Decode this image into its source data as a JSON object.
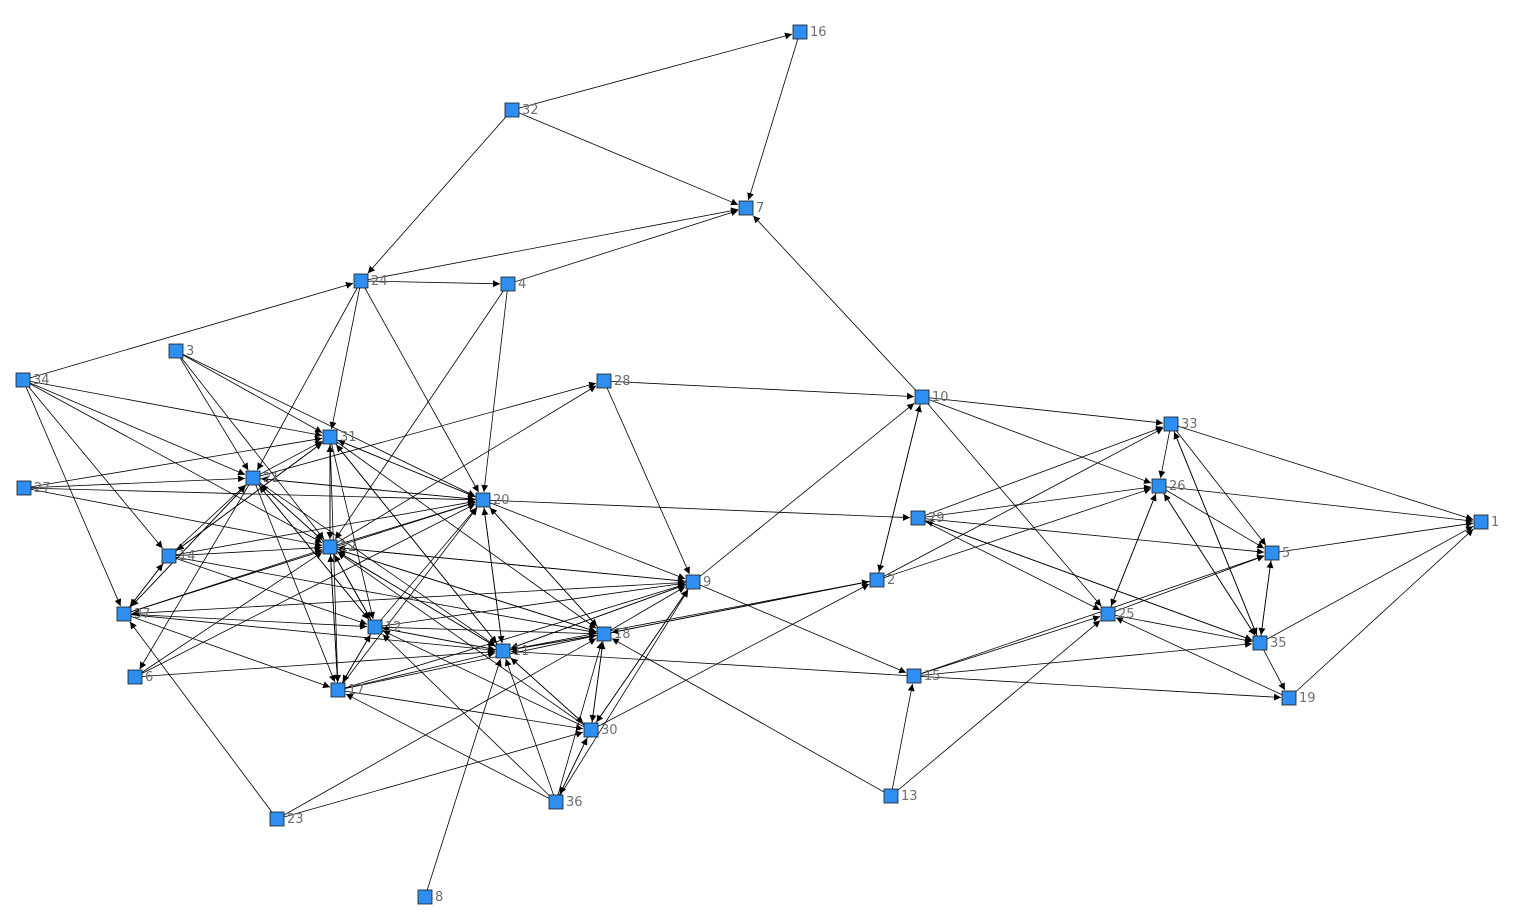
{
  "graph": {
    "node_color": "#2e8ff0",
    "edge_color": "#000000",
    "label_color": "#6e6e6e",
    "directed": true,
    "nodes": [
      "1",
      "2",
      "3",
      "4",
      "5",
      "6",
      "7",
      "8",
      "9",
      "10",
      "11",
      "12",
      "13",
      "14",
      "15",
      "16",
      "17",
      "18",
      "19",
      "20",
      "21",
      "22",
      "23",
      "24",
      "25",
      "26",
      "27",
      "28",
      "29",
      "30",
      "31",
      "32",
      "33",
      "34",
      "35",
      "36",
      "37"
    ],
    "edges": [
      [
        "32",
        "16"
      ],
      [
        "32",
        "7"
      ],
      [
        "16",
        "7"
      ],
      [
        "24",
        "7"
      ],
      [
        "4",
        "7"
      ],
      [
        "24",
        "4"
      ],
      [
        "24",
        "31"
      ],
      [
        "24",
        "20"
      ],
      [
        "24",
        "21"
      ],
      [
        "32",
        "24"
      ],
      [
        "34",
        "24"
      ],
      [
        "34",
        "31"
      ],
      [
        "34",
        "21"
      ],
      [
        "34",
        "14"
      ],
      [
        "34",
        "37"
      ],
      [
        "34",
        "22"
      ],
      [
        "3",
        "31"
      ],
      [
        "3",
        "21"
      ],
      [
        "3",
        "20"
      ],
      [
        "3",
        "22"
      ],
      [
        "27",
        "21"
      ],
      [
        "27",
        "31"
      ],
      [
        "27",
        "20"
      ],
      [
        "27",
        "22"
      ],
      [
        "4",
        "20"
      ],
      [
        "4",
        "22"
      ],
      [
        "28",
        "10"
      ],
      [
        "28",
        "9"
      ],
      [
        "22",
        "28"
      ],
      [
        "21",
        "28"
      ],
      [
        "10",
        "7"
      ],
      [
        "10",
        "33"
      ],
      [
        "10",
        "26"
      ],
      [
        "10",
        "25"
      ],
      [
        "10",
        "2"
      ],
      [
        "2",
        "10"
      ],
      [
        "9",
        "10"
      ],
      [
        "20",
        "29"
      ],
      [
        "20",
        "9"
      ],
      [
        "20",
        "11"
      ],
      [
        "20",
        "18"
      ],
      [
        "20",
        "31"
      ],
      [
        "20",
        "21"
      ],
      [
        "29",
        "26"
      ],
      [
        "29",
        "33"
      ],
      [
        "29",
        "5"
      ],
      [
        "29",
        "25"
      ],
      [
        "29",
        "35"
      ],
      [
        "2",
        "26"
      ],
      [
        "2",
        "33"
      ],
      [
        "2",
        "18"
      ],
      [
        "2",
        "11"
      ],
      [
        "33",
        "26"
      ],
      [
        "33",
        "5"
      ],
      [
        "33",
        "35"
      ],
      [
        "33",
        "1"
      ],
      [
        "26",
        "1"
      ],
      [
        "26",
        "5"
      ],
      [
        "26",
        "25"
      ],
      [
        "26",
        "35"
      ],
      [
        "25",
        "26"
      ],
      [
        "5",
        "1"
      ],
      [
        "5",
        "35"
      ],
      [
        "35",
        "5"
      ],
      [
        "35",
        "1"
      ],
      [
        "35",
        "19"
      ],
      [
        "35",
        "26"
      ],
      [
        "35",
        "29"
      ],
      [
        "35",
        "33"
      ],
      [
        "19",
        "1"
      ],
      [
        "19",
        "25"
      ],
      [
        "25",
        "5"
      ],
      [
        "25",
        "35"
      ],
      [
        "15",
        "25"
      ],
      [
        "15",
        "5"
      ],
      [
        "15",
        "19"
      ],
      [
        "15",
        "35"
      ],
      [
        "15",
        "11"
      ],
      [
        "13",
        "15"
      ],
      [
        "13",
        "25"
      ],
      [
        "13",
        "18"
      ],
      [
        "9",
        "11"
      ],
      [
        "9",
        "22"
      ],
      [
        "9",
        "15"
      ],
      [
        "9",
        "30"
      ],
      [
        "9",
        "37"
      ],
      [
        "31",
        "20"
      ],
      [
        "31",
        "22"
      ],
      [
        "31",
        "11"
      ],
      [
        "31",
        "18"
      ],
      [
        "31",
        "12"
      ],
      [
        "31",
        "17"
      ],
      [
        "31",
        "14"
      ],
      [
        "21",
        "20"
      ],
      [
        "21",
        "22"
      ],
      [
        "21",
        "12"
      ],
      [
        "21",
        "17"
      ],
      [
        "21",
        "31"
      ],
      [
        "21",
        "37"
      ],
      [
        "21",
        "6"
      ],
      [
        "21",
        "11"
      ],
      [
        "22",
        "20"
      ],
      [
        "22",
        "21"
      ],
      [
        "22",
        "31"
      ],
      [
        "22",
        "12"
      ],
      [
        "22",
        "17"
      ],
      [
        "22",
        "11"
      ],
      [
        "22",
        "18"
      ],
      [
        "22",
        "9"
      ],
      [
        "14",
        "22"
      ],
      [
        "14",
        "21"
      ],
      [
        "14",
        "31"
      ],
      [
        "14",
        "20"
      ],
      [
        "14",
        "12"
      ],
      [
        "14",
        "18"
      ],
      [
        "14",
        "37"
      ],
      [
        "37",
        "14"
      ],
      [
        "37",
        "22"
      ],
      [
        "37",
        "21"
      ],
      [
        "37",
        "20"
      ],
      [
        "37",
        "12"
      ],
      [
        "37",
        "11"
      ],
      [
        "37",
        "17"
      ],
      [
        "6",
        "20"
      ],
      [
        "6",
        "22"
      ],
      [
        "6",
        "11"
      ],
      [
        "12",
        "20"
      ],
      [
        "12",
        "22"
      ],
      [
        "12",
        "11"
      ],
      [
        "12",
        "18"
      ],
      [
        "12",
        "9"
      ],
      [
        "12",
        "21"
      ],
      [
        "12",
        "17"
      ],
      [
        "17",
        "12"
      ],
      [
        "17",
        "22"
      ],
      [
        "17",
        "20"
      ],
      [
        "17",
        "11"
      ],
      [
        "17",
        "18"
      ],
      [
        "17",
        "9"
      ],
      [
        "17",
        "30"
      ],
      [
        "11",
        "20"
      ],
      [
        "11",
        "22"
      ],
      [
        "11",
        "18"
      ],
      [
        "11",
        "12"
      ],
      [
        "11",
        "31"
      ],
      [
        "11",
        "9"
      ],
      [
        "11",
        "30"
      ],
      [
        "18",
        "11"
      ],
      [
        "18",
        "22"
      ],
      [
        "18",
        "20"
      ],
      [
        "18",
        "9"
      ],
      [
        "18",
        "30"
      ],
      [
        "18",
        "2"
      ],
      [
        "30",
        "11"
      ],
      [
        "30",
        "18"
      ],
      [
        "30",
        "12"
      ],
      [
        "30",
        "9"
      ],
      [
        "30",
        "36"
      ],
      [
        "30",
        "22"
      ],
      [
        "30",
        "2"
      ],
      [
        "36",
        "30"
      ],
      [
        "36",
        "11"
      ],
      [
        "36",
        "12"
      ],
      [
        "36",
        "17"
      ],
      [
        "36",
        "9"
      ],
      [
        "36",
        "18"
      ],
      [
        "23",
        "37"
      ],
      [
        "23",
        "18"
      ],
      [
        "23",
        "30"
      ],
      [
        "8",
        "11"
      ]
    ]
  }
}
